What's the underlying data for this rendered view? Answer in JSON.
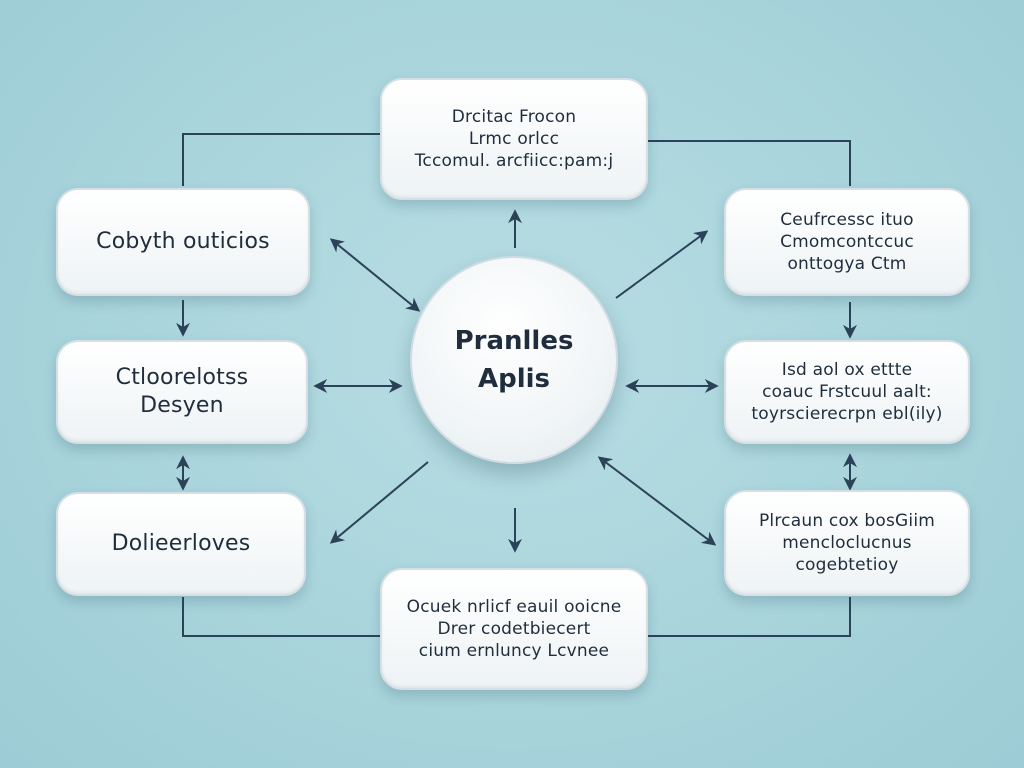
{
  "colors": {
    "background": "#a9d4dc",
    "node_fill": "#ffffff",
    "connector": "#2b4258",
    "text": "#1f2d3d"
  },
  "center": {
    "lines": [
      "Pranlles",
      "Aplis"
    ]
  },
  "nodes": {
    "top": {
      "lines": [
        "Drcitac Frocon",
        "Lrmc orlcc",
        "Tccomul. arcfiicc:pam:j"
      ]
    },
    "left_top": {
      "lines": [
        "Cobyth outicios"
      ]
    },
    "left_middle": {
      "lines": [
        "Ctloorelotss",
        "Desyen"
      ]
    },
    "left_bottom": {
      "lines": [
        "Dolieerloves"
      ]
    },
    "right_top": {
      "lines": [
        "Ceufrcessc ituo",
        "Cmomcontccuc",
        "onttogya Ctm"
      ]
    },
    "right_middle": {
      "lines": [
        "Isd aol ox ettte",
        "coauc Frstcuul aalt:",
        "toyrscierecrpn ebl(ily)"
      ]
    },
    "right_bottom": {
      "lines": [
        "Plrcaun cox bosGiim",
        "mencloclucnus",
        "cogebtetioy"
      ]
    },
    "bottom": {
      "lines": [
        "Ocuek nrlicf eauil ooicne",
        "Drer codetbiecert",
        "cium ernluncy Lcvnee"
      ]
    }
  }
}
